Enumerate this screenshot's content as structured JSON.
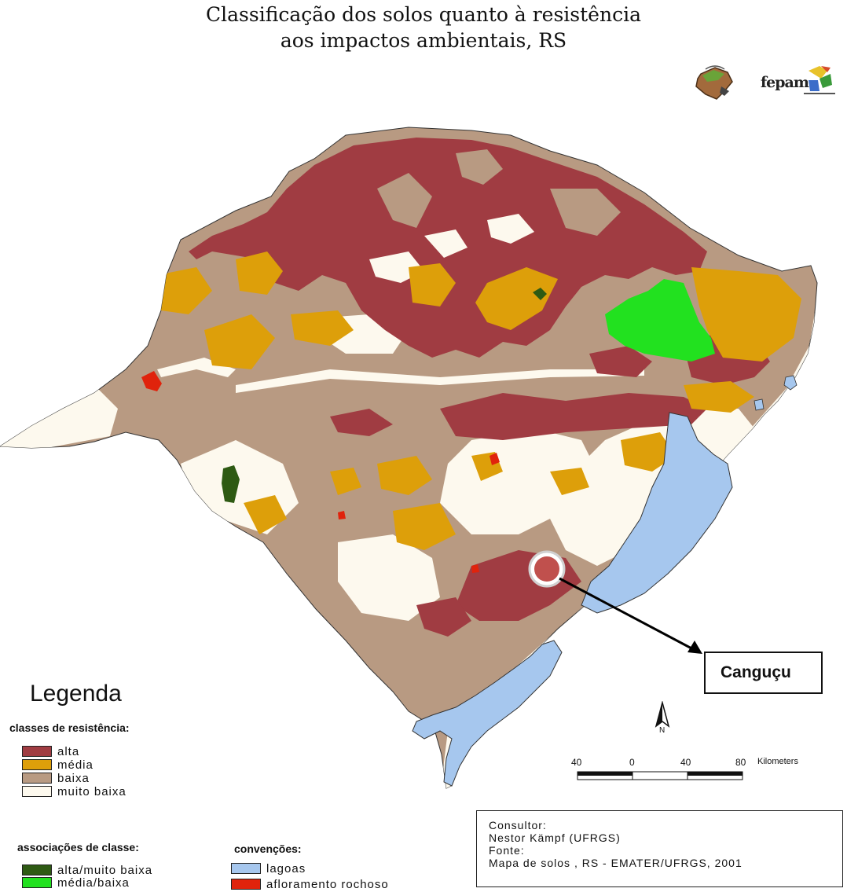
{
  "title": {
    "line1": "Classificação dos solos quanto à resistência",
    "line2": "aos impactos ambientais, RS"
  },
  "logos": {
    "left": "emater-rs-logo",
    "right_text": "fepam"
  },
  "colors": {
    "alta": "#a03c42",
    "media": "#dd9f0a",
    "baixa": "#b89a82",
    "muito_baixa": "#fdf9ee",
    "alta_muito_baixa": "#2e5a13",
    "media_baixa": "#22e11f",
    "lagoas": "#a6c7ee",
    "afloramento_rochoso": "#e0230c"
  },
  "legend": {
    "title": "Legenda",
    "resistance_title": "classes de resistência:",
    "resistance_items": [
      {
        "label": "alta",
        "color": "#a03c42"
      },
      {
        "label": "média",
        "color": "#dd9f0a"
      },
      {
        "label": "baixa",
        "color": "#b89a82"
      },
      {
        "label": "muito baixa",
        "color": "#fdf9ee"
      }
    ],
    "associations_title": "associações de classe:",
    "association_items": [
      {
        "label": "alta/muito baixa",
        "color": "#2e5a13"
      },
      {
        "label": "média/baixa",
        "color": "#22e11f"
      }
    ],
    "conventions_title": "convenções:",
    "convention_items": [
      {
        "label": "lagoas",
        "color": "#a6c7ee"
      },
      {
        "label": "afloramento rochoso",
        "color": "#e0230c"
      }
    ]
  },
  "scale": {
    "labels": [
      "40",
      "0",
      "40",
      "80"
    ],
    "unit": "Kilometers"
  },
  "north_label": "N",
  "marker": {
    "label": "Canguçu",
    "color": "#c0504d"
  },
  "credits": {
    "line1": "Consultor:",
    "line2": "Nestor Kämpf (UFRGS)",
    "line3": "Fonte:",
    "line4": "Mapa de solos , RS - EMATER/UFRGS, 2001"
  }
}
